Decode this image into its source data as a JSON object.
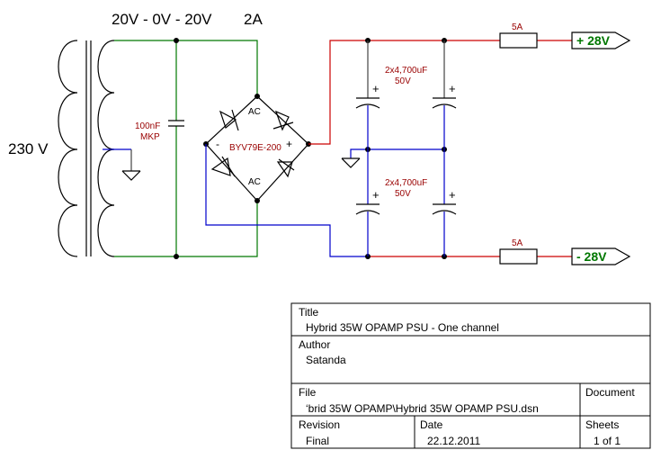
{
  "header": {
    "secondary_voltage": "20V - 0V - 20V",
    "current": "2A"
  },
  "primary_voltage": "230 V",
  "capacitor_snubber": {
    "value": "100nF",
    "type": "MKP"
  },
  "bridge": {
    "part": "BYV79E-200",
    "ac_top": "AC",
    "ac_bottom": "AC",
    "minus": "-",
    "plus": "+"
  },
  "caps_top": {
    "value": "2x4,700uF",
    "voltage": "50V"
  },
  "caps_bottom": {
    "value": "2x4,700uF",
    "voltage": "50V"
  },
  "cap_polarity": "+",
  "fuse_top": "5A",
  "fuse_bottom": "5A",
  "output_positive": "+ 28V",
  "output_negative": "- 28V",
  "title_block": {
    "title_label": "Title",
    "title": "Hybrid  35W OPAMP PSU - One channel",
    "author_label": "Author",
    "author": "Satanda",
    "file_label": "File",
    "file": "‘brid 35W OPAMP\\Hybrid 35W OPAMP PSU.dsn",
    "document_label": "Document",
    "revision_label": "Revision",
    "revision": "Final",
    "date_label": "Date",
    "date": "22.12.2011",
    "sheets_label": "Sheets",
    "sheets": "1 of 1"
  },
  "colors": {
    "green_wire": "#007700",
    "red_wire": "#cc0000",
    "blue_wire": "#0000cc",
    "label_red": "#990000"
  }
}
